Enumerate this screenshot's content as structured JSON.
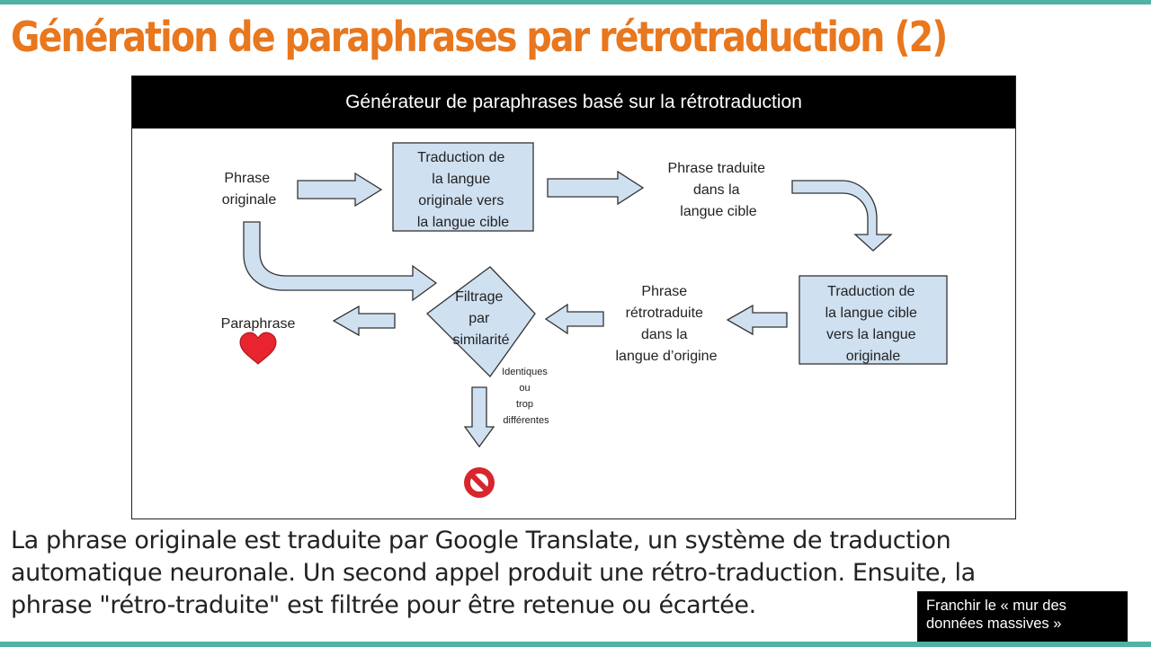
{
  "slide": {
    "title": "Génération de paraphrases par rétrotraduction (2)",
    "body_lines": [
      "La phrase originale est traduite par Google Translate, un système de traduction",
      "automatique neuronale. Un second appel produit une rétro-traduction. Ensuite, la",
      "phrase \"rétro-traduite\" est filtrée pour être retenue ou écartée."
    ],
    "footer_tag": [
      "Franchir  le « mur des",
      "données massives »"
    ]
  },
  "diagram": {
    "header": "Générateur de paraphrases basé sur la rétrotraduction",
    "nodes": {
      "phrase_originale": [
        "Phrase",
        "originale"
      ],
      "traduction_vers_cible": [
        "Traduction de",
        "la langue",
        "originale vers",
        "la langue cible"
      ],
      "phrase_traduite": [
        "Phrase traduite",
        "dans la",
        "langue cible"
      ],
      "traduction_vers_originale": [
        "Traduction de",
        "la langue cible",
        "vers la langue",
        "originale"
      ],
      "phrase_retrotraduite": [
        "Phrase",
        "rétrotraduite",
        "dans la",
        "langue d’origine"
      ],
      "filtrage": [
        "Filtrage",
        "par",
        "similarité"
      ],
      "paraphrase": "Paraphrase",
      "rejection_note": [
        "Identiques",
        "ou",
        "trop",
        "différentes"
      ]
    },
    "icons": {
      "accept": "heart-icon",
      "reject": "prohibited-icon"
    },
    "colors": {
      "blocks": "#cfe0f1",
      "heart": "#e8242e",
      "prohibited": "#d7262d",
      "title": "#e8771e",
      "rule": "#4fb3a3"
    }
  }
}
